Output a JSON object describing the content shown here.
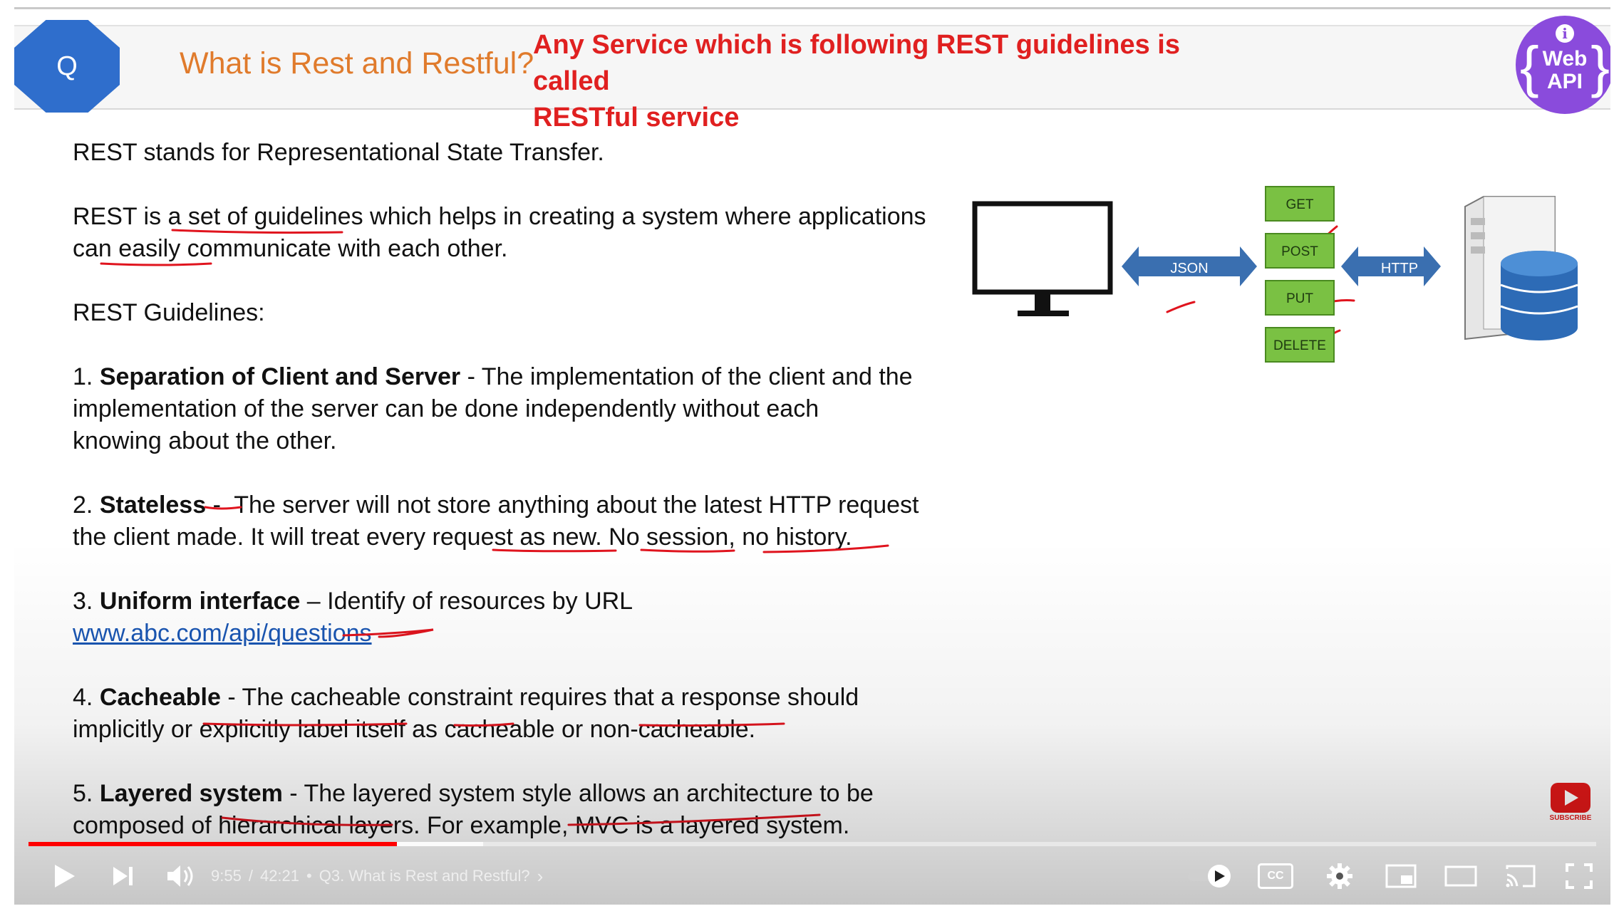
{
  "header": {
    "badge": "Q",
    "slide_title": "What is Rest and Restful?",
    "callout_line1": "Any Service which is following REST guidelines is called",
    "callout_line2": "RESTful service",
    "logo_top": "Web",
    "logo_bottom": "API"
  },
  "slide": {
    "p1": "REST stands for Representational State Transfer.",
    "p2a": "REST is a set of guidelines which helps in creating a system where applications",
    "p2b": "can easily communicate with each other.",
    "p3": "REST Guidelines:",
    "items": [
      {
        "num": "1.",
        "title": "Separation of Client and Server",
        "sep": " - ",
        "lines": [
          "The implementation of the client and the",
          "implementation of the server can be done independently without each",
          "knowing about the other."
        ]
      },
      {
        "num": "2.",
        "title": "Stateless",
        "sep": " -  ",
        "lines": [
          "The server will not store anything about the latest HTTP request",
          "the client made. It will treat every request as new. No session, no history."
        ]
      },
      {
        "num": "3.",
        "title": "Uniform interface",
        "sep": " – ",
        "lines": [
          "Identify of resources by URL"
        ],
        "link": "www.abc.com/api/questions"
      },
      {
        "num": "4.",
        "title": "Cacheable",
        "sep": " - ",
        "lines": [
          "The cacheable constraint requires that a response should",
          "implicitly or explicitly label itself as cacheable or non-cacheable."
        ]
      },
      {
        "num": "5.",
        "title": "Layered system",
        "sep": " - ",
        "lines": [
          "The layered system style allows an architecture to be",
          "composed of hierarchical layers. For example, MVC is a layered system."
        ]
      }
    ]
  },
  "diagram": {
    "json_label": "JSON",
    "http_label": "HTTP",
    "methods": [
      "GET",
      "POST",
      "PUT",
      "DELETE"
    ]
  },
  "player": {
    "time_current": "9:55",
    "time_total": "42:21",
    "separator": "/",
    "chapter": "Q3. What is Rest and Restful?",
    "progress_fraction": 0.235,
    "buffered_fraction": 0.29,
    "subscribe_label": "SUBSCRIBE",
    "cc_label": "CC",
    "colors": {
      "progress": "#ff0000",
      "callout": "#e02020",
      "title": "#e07b2c",
      "badge": "#2f6ecc",
      "logo": "#8a4bdc",
      "method_box": "#7ac143"
    }
  }
}
